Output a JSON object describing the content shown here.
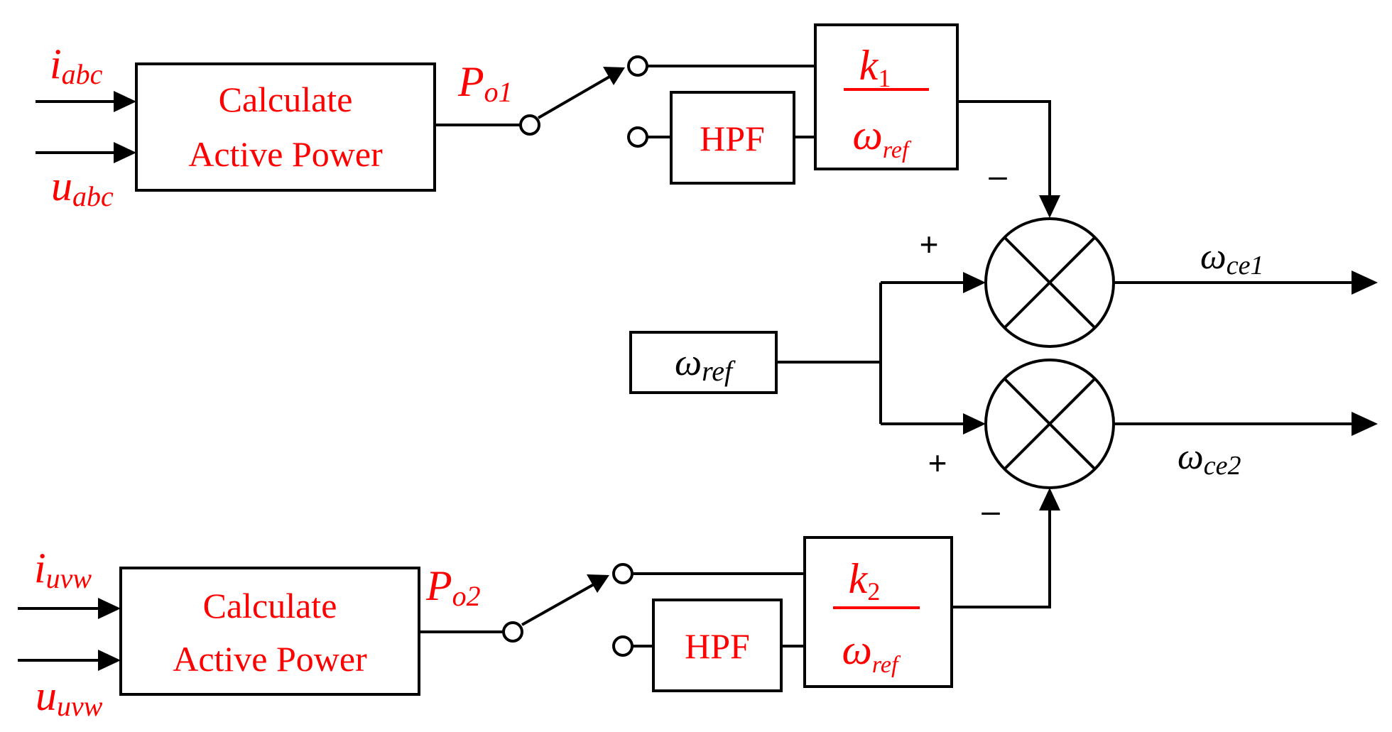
{
  "upper_path": {
    "input_current": {
      "base": "i",
      "sub": "abc"
    },
    "input_voltage": {
      "base": "u",
      "sub": "abc"
    },
    "calc_block": {
      "line1": "Calculate",
      "line2": "Active Power"
    },
    "power_output": {
      "base": "P",
      "sub": "o1"
    },
    "hpf_label": "HPF",
    "gain_num": {
      "base": "k",
      "sub": "1"
    },
    "gain_den": {
      "base": "ω",
      "sub": "ref"
    },
    "sign_feedback": "–",
    "sign_reference": "+",
    "output": {
      "base": "ω",
      "sub": "ce1"
    }
  },
  "lower_path": {
    "input_current": {
      "base": "i",
      "sub": "uvw"
    },
    "input_voltage": {
      "base": "u",
      "sub": "uvw"
    },
    "calc_block": {
      "line1": "Calculate",
      "line2": "Active Power"
    },
    "power_output": {
      "base": "P",
      "sub": "o2"
    },
    "hpf_label": "HPF",
    "gain_num": {
      "base": "k",
      "sub": "2"
    },
    "gain_den": {
      "base": "ω",
      "sub": "ref"
    },
    "sign_feedback": "–",
    "sign_reference": "+",
    "output": {
      "base": "ω",
      "sub": "ce2"
    }
  },
  "reference_block": {
    "base": "ω",
    "sub": "ref"
  }
}
